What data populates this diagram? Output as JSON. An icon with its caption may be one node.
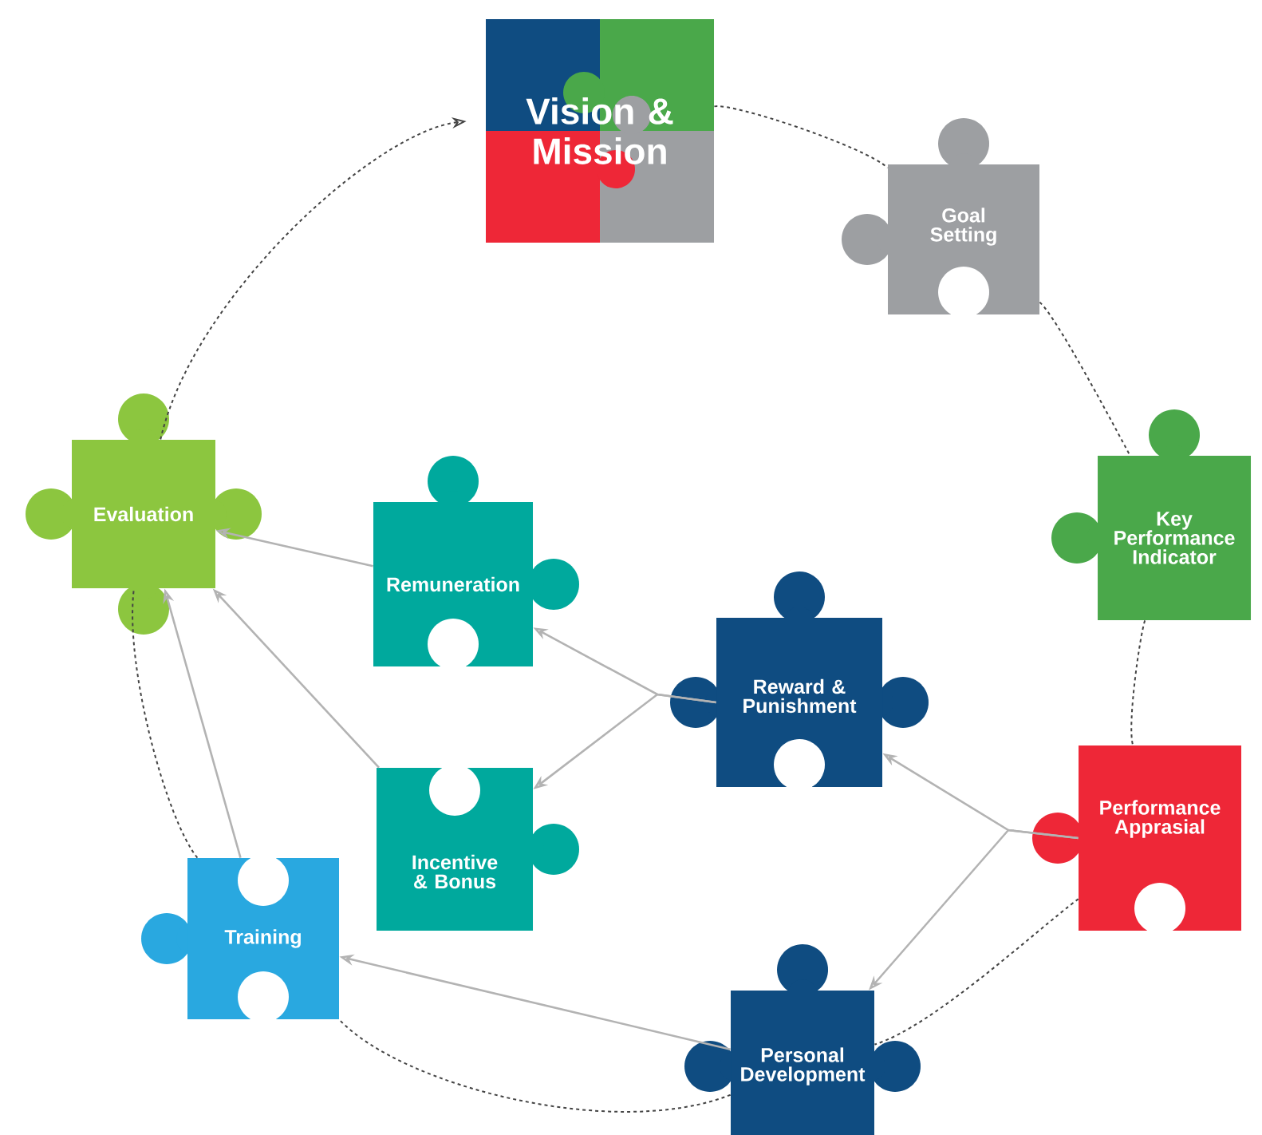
{
  "diagram": {
    "nodes": [
      {
        "text": [
          "Vision & Mission"
        ]
      },
      {
        "text": [
          "Goal Setting"
        ]
      },
      {
        "text": [
          "Key Performance Indicator"
        ]
      },
      {
        "text": [
          "Performance Apprasial"
        ]
      },
      {
        "text": [
          "Personal Development"
        ]
      },
      {
        "text": [
          "Training"
        ]
      },
      {
        "text": [
          "Evaluation"
        ]
      },
      {
        "text": [
          "Remuneration"
        ]
      },
      {
        "text": [
          "Incentive & Bonus"
        ]
      },
      {
        "text": [
          "Reward & Punishment"
        ]
      }
    ],
    "edges": [
      {
        "from": 0,
        "to": 1,
        "arrow": "none",
        "style": "dashed",
        "color": "#444444"
      },
      {
        "from": 1,
        "to": 2,
        "arrow": "none",
        "style": "dashed",
        "color": "#444444"
      },
      {
        "from": 2,
        "to": 3,
        "arrow": "none",
        "style": "dashed",
        "color": "#444444"
      },
      {
        "from": 3,
        "to": 4,
        "arrow": "none",
        "style": "dashed",
        "color": "#444444"
      },
      {
        "from": 4,
        "to": 5,
        "arrow": "none",
        "style": "dashed",
        "color": "#444444"
      },
      {
        "from": 5,
        "to": 6,
        "arrow": "none",
        "style": "dashed",
        "color": "#444444"
      },
      {
        "from": 6,
        "to": 0,
        "arrow": "to",
        "style": "dashed",
        "color": "#444444"
      },
      {
        "from": 7,
        "to": 6,
        "arrow": "to"
      },
      {
        "from": 8,
        "to": 6,
        "arrow": "to"
      },
      {
        "from": 5,
        "to": 6,
        "arrow": "to"
      },
      {
        "from": 9,
        "to": 7,
        "arrow": "to"
      },
      {
        "from": 9,
        "to": 8,
        "arrow": "to"
      },
      {
        "from": 3,
        "to": 9,
        "arrow": "to"
      },
      {
        "from": 3,
        "to": 4,
        "arrow": "to"
      },
      {
        "from": 4,
        "to": 5,
        "arrow": "to"
      }
    ]
  }
}
